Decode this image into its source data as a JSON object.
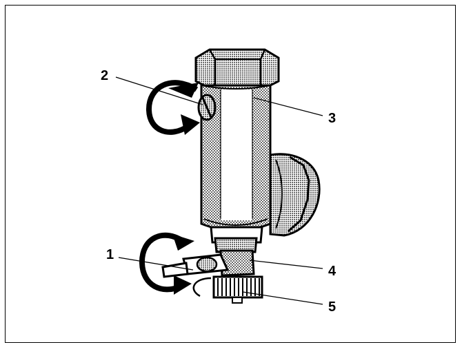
{
  "diagram": {
    "callouts": [
      {
        "id": "1",
        "label": "1"
      },
      {
        "id": "2",
        "label": "2"
      },
      {
        "id": "3",
        "label": "3"
      },
      {
        "id": "4",
        "label": "4"
      },
      {
        "id": "5",
        "label": "5"
      }
    ]
  },
  "colors": {
    "ink": "#000000",
    "paper": "#ffffff"
  },
  "icons": [
    "rotate-arrow-icon"
  ]
}
